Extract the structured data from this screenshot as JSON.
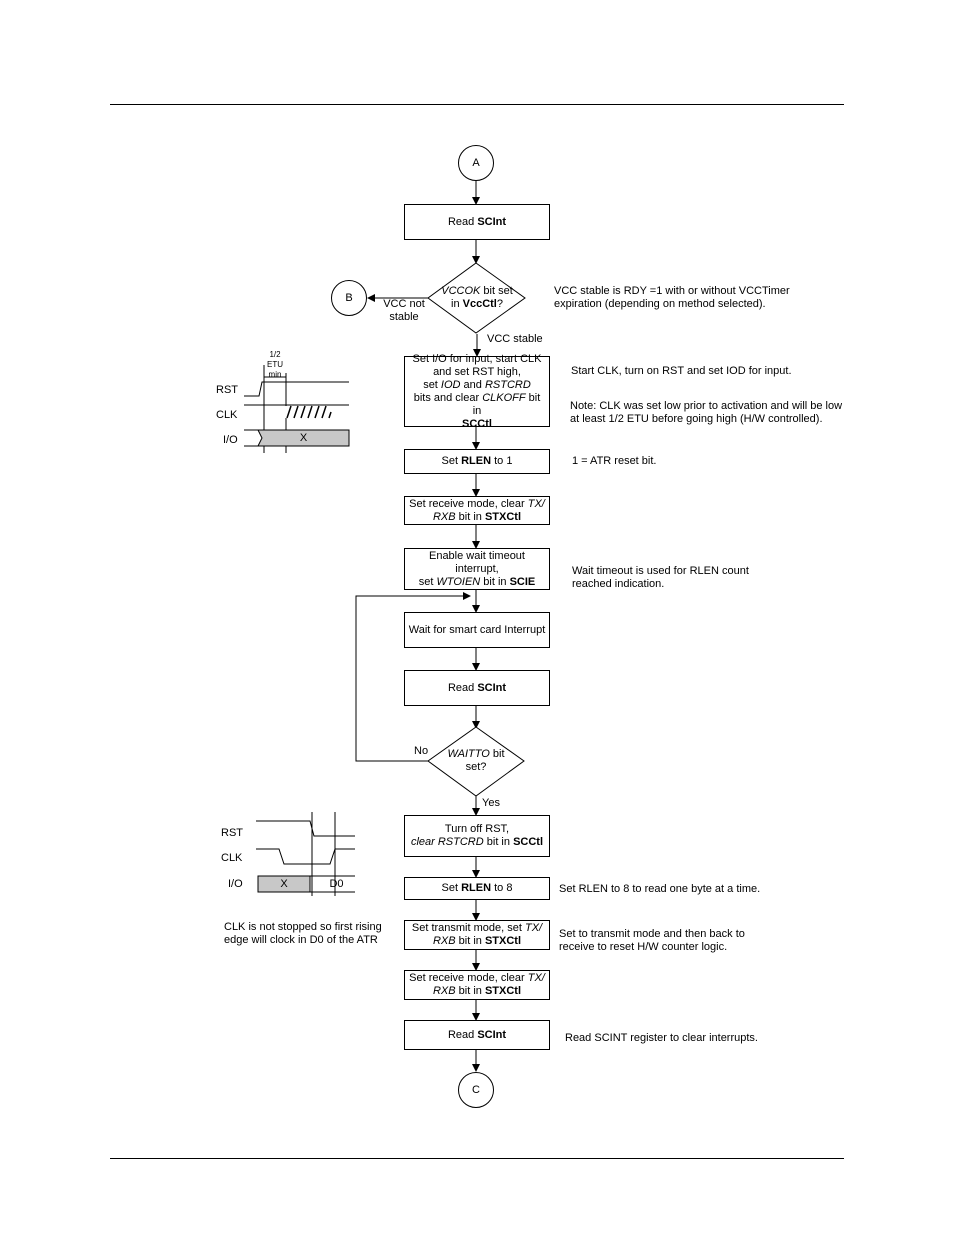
{
  "connectors": {
    "start": "A",
    "vcc_not_stable": "B",
    "end": "C"
  },
  "steps": {
    "read_scint_1": {
      "pre": "Read ",
      "bold": "SCInt"
    },
    "vccok_decision": {
      "line1_i": "VCCOK",
      "line1_rest": " bit set",
      "line2_pre": "in ",
      "line2_bold": "VccCtl",
      "line2_post": "?"
    },
    "set_io_input": {
      "line1": "Set I/O for input, start CLK",
      "line2": "and set RST high,",
      "line3_pre": "set ",
      "line3_i1": "IOD",
      "line3_mid": " and ",
      "line3_i2": "RSTCRD",
      "line4_pre": "bits and clear ",
      "line4_i": "CLKOFF",
      "line4_post": " bit in",
      "line5_bold": "SCCtl"
    },
    "set_rlen_1": {
      "pre": "Set ",
      "bold": "RLEN",
      "post": " to 1"
    },
    "set_receive_1": {
      "line1_pre": "Set receive mode, clear ",
      "line1_i": "TX/",
      "line2_i": "RXB",
      "line2_mid": " bit in ",
      "line2_bold": "STXCtl"
    },
    "enable_wait": {
      "line1": "Enable wait timeout",
      "line2": "interrupt,",
      "line3_pre": "set ",
      "line3_i": "WTOIEN",
      "line3_mid": " bit in ",
      "line3_bold": "SCIE"
    },
    "wait_interrupt": {
      "text": "Wait for smart card Interrupt"
    },
    "read_scint_2": {
      "pre": "Read ",
      "bold": "SCInt"
    },
    "waitto_decision": {
      "line1_i": "WAITTO",
      "line1_rest": " bit",
      "line2": "set?"
    },
    "turn_off_rst": {
      "line1": "Turn off RST,",
      "line2_i": "clear RSTCRD",
      "line2_mid": " bit in ",
      "line2_bold": "SCCtl"
    },
    "set_rlen_8": {
      "pre": "Set ",
      "bold": "RLEN",
      "post": " to 8"
    },
    "set_transmit": {
      "line1_pre": "Set transmit mode, set ",
      "line1_i": "TX/",
      "line2_i": "RXB",
      "line2_mid": " bit in ",
      "line2_bold": "STXCtl"
    },
    "set_receive_2": {
      "line1_pre": "Set receive mode, clear ",
      "line1_i": "TX/",
      "line2_i": "RXB",
      "line2_mid": " bit in ",
      "line2_bold": "STXCtl"
    },
    "read_scint_3": {
      "pre": "Read ",
      "bold": "SCInt"
    }
  },
  "branch_labels": {
    "vcc_not_stable_1": "VCC not",
    "vcc_not_stable_2": "stable",
    "vcc_stable": "VCC stable",
    "no": "No",
    "yes": "Yes"
  },
  "notes": {
    "vcc_stable_1": "VCC stable is RDY =1 with or without VCCTimer",
    "vcc_stable_2": "expiration (depending on method selected).",
    "start_clk": "Start CLK, turn on RST and set IOD for input.",
    "clk_note_1": "Note: CLK was set low prior to activation and will be low",
    "clk_note_2": "at least 1/2 ETU before going high (H/W controlled).",
    "atr_bit": "1 = ATR reset bit.",
    "wait_timeout_1": "Wait timeout is used for RLEN count",
    "wait_timeout_2": "reached indication.",
    "rlen_8": "Set RLEN to 8 to read one byte at a time.",
    "transmit_1": "Set to transmit mode and then back to",
    "transmit_2": "receive to reset H/W counter logic.",
    "read_scint_note": "Read SCINT register to clear interrupts."
  },
  "timing1": {
    "half_etu_1": "1/2",
    "half_etu_2": "ETU",
    "half_etu_3": "min",
    "rst": "RST",
    "clk": "CLK",
    "io": "I/O",
    "io_value": "X"
  },
  "timing2": {
    "rst": "RST",
    "clk": "CLK",
    "io": "I/O",
    "io_value_1": "X",
    "io_value_2": "D0",
    "caption_1": "CLK is not stopped so first rising",
    "caption_2": "edge will clock in D0 of the ATR"
  },
  "colors": {
    "io_fill": "#c8c8c8"
  }
}
